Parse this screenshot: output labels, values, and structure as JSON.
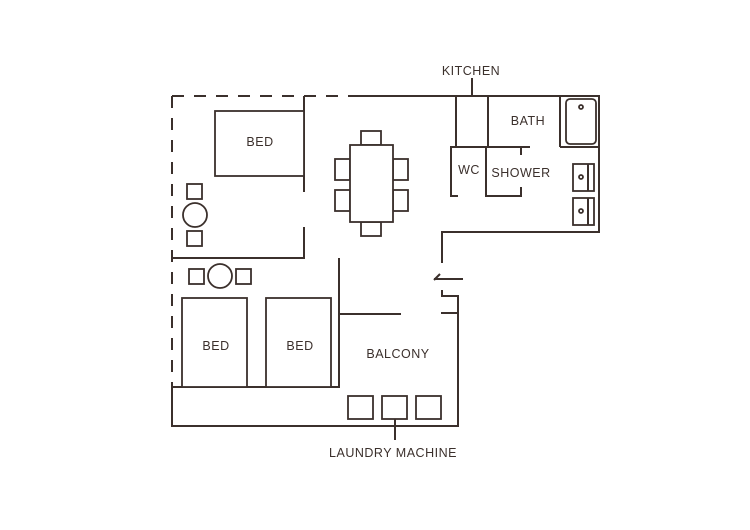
{
  "title": "Apartment floor plan",
  "labels": {
    "kitchen": "KITCHEN",
    "bath": "BATH",
    "wc": "WC",
    "shower": "SHOWER",
    "bed_top": "BED",
    "bed_left": "BED",
    "bed_right": "BED",
    "balcony": "BALCONY",
    "laundry": "LAUNDRY MACHINE"
  },
  "colors": {
    "line": "#3b302c",
    "background": "#ffffff"
  }
}
